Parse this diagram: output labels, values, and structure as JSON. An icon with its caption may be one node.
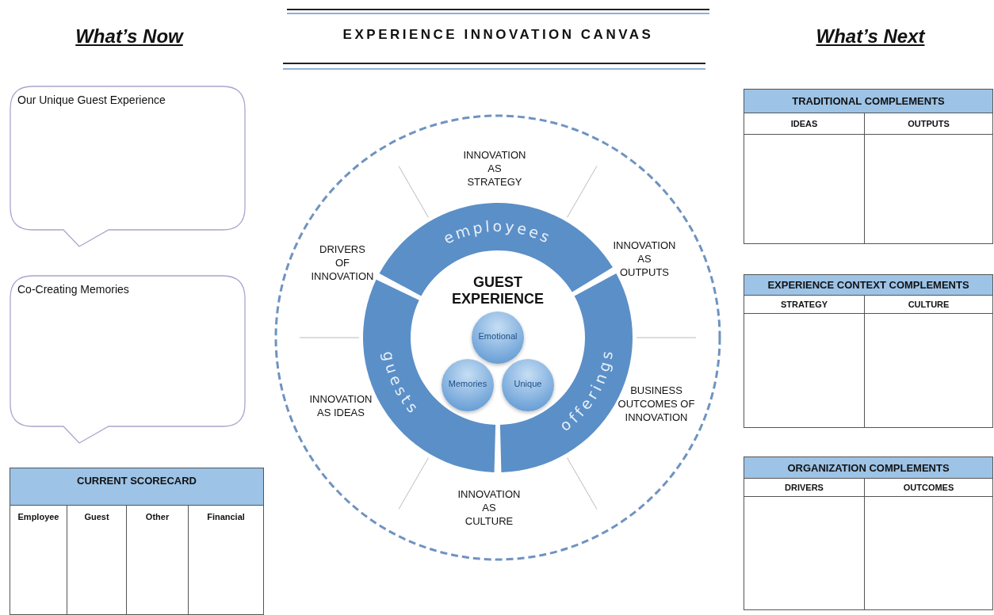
{
  "diagram": {
    "title": "EXPERIENCE INNOVATION CANVAS",
    "nodes": [
      {
        "text": [
          "Our Unique Guest Experience"
        ]
      },
      {
        "text": [
          "Co-Creating Memories"
        ]
      },
      {
        "text": [
          "CURRENT SCORECARD",
          "Employee",
          "Guest",
          "Other",
          "Financial"
        ]
      },
      {
        "text": [],
        "shape": "circle"
      },
      {
        "text": [
          "employees"
        ],
        "in": 3
      },
      {
        "text": [
          "guests"
        ],
        "in": 3
      },
      {
        "text": [
          "offerings"
        ],
        "in": 3
      },
      {
        "text": [
          "GUEST EXPERIENCE"
        ],
        "in": 3
      },
      {
        "text": [
          "Emotional"
        ],
        "in": 7
      },
      {
        "text": [
          "Memories"
        ],
        "in": 7
      },
      {
        "text": [
          "Unique"
        ],
        "in": 7
      },
      {
        "text": [
          "TRADITIONAL COMPLEMENTS",
          "IDEAS",
          "OUTPUTS"
        ]
      },
      {
        "text": [
          "EXPERIENCE CONTEXT COMPLEMENTS",
          "STRATEGY",
          "CULTURE"
        ]
      },
      {
        "text": [
          "ORGANIZATION COMPLEMENTS",
          "DRIVERS",
          "OUTCOMES"
        ]
      }
    ],
    "edges": [],
    "labels": [
      "What’s Now",
      "What’s Next",
      "INNOVATION AS STRATEGY",
      "DRIVERS OF INNOVATION",
      "INNOVATION AS OUTPUTS",
      "INNOVATION AS IDEAS",
      "BUSINESS OUTCOMES OF INNOVATION",
      "INNOVATION AS CULTURE"
    ]
  }
}
